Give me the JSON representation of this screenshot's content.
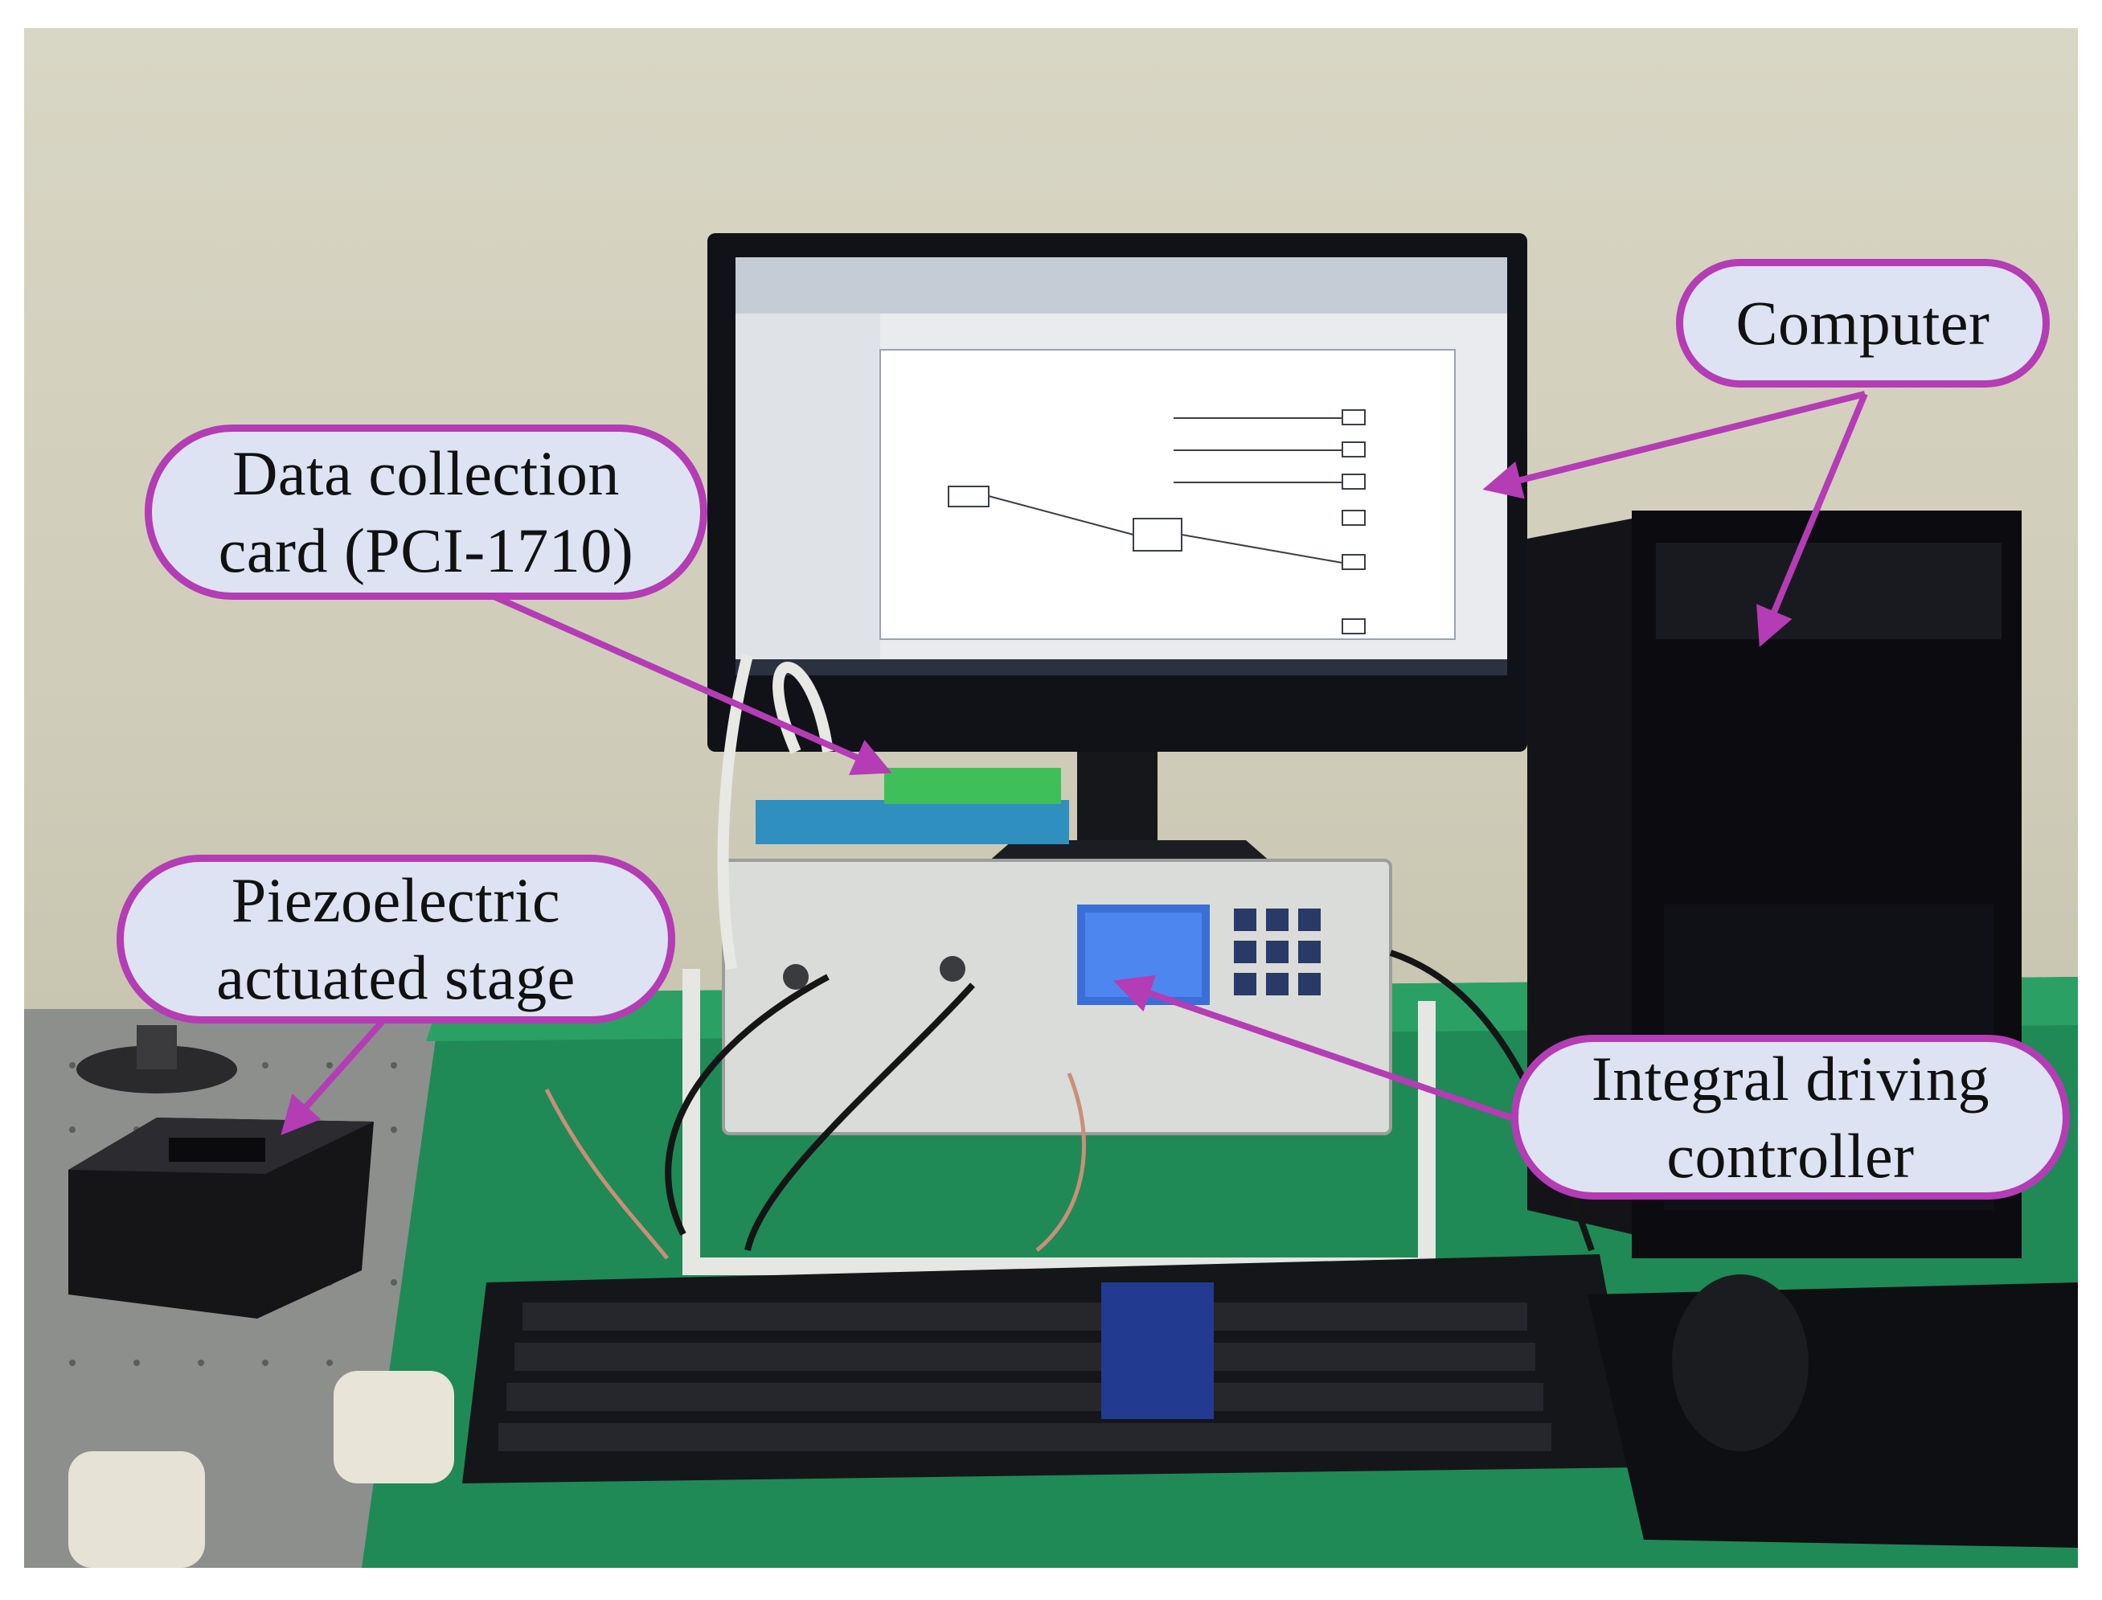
{
  "labels": {
    "computer": "Computer",
    "data_card": "Data collection\ncard (PCI-1710)",
    "stage": "Piezoelectric\nactuated stage",
    "controller": "Integral driving\ncontroller"
  },
  "colors": {
    "callout_border": "#b43cb5",
    "callout_fill": "#dde3f2",
    "arrow": "#b43cb5",
    "wall": "#d3d1be",
    "desk": "#1f8a55",
    "equipment": "#1b1c22"
  }
}
